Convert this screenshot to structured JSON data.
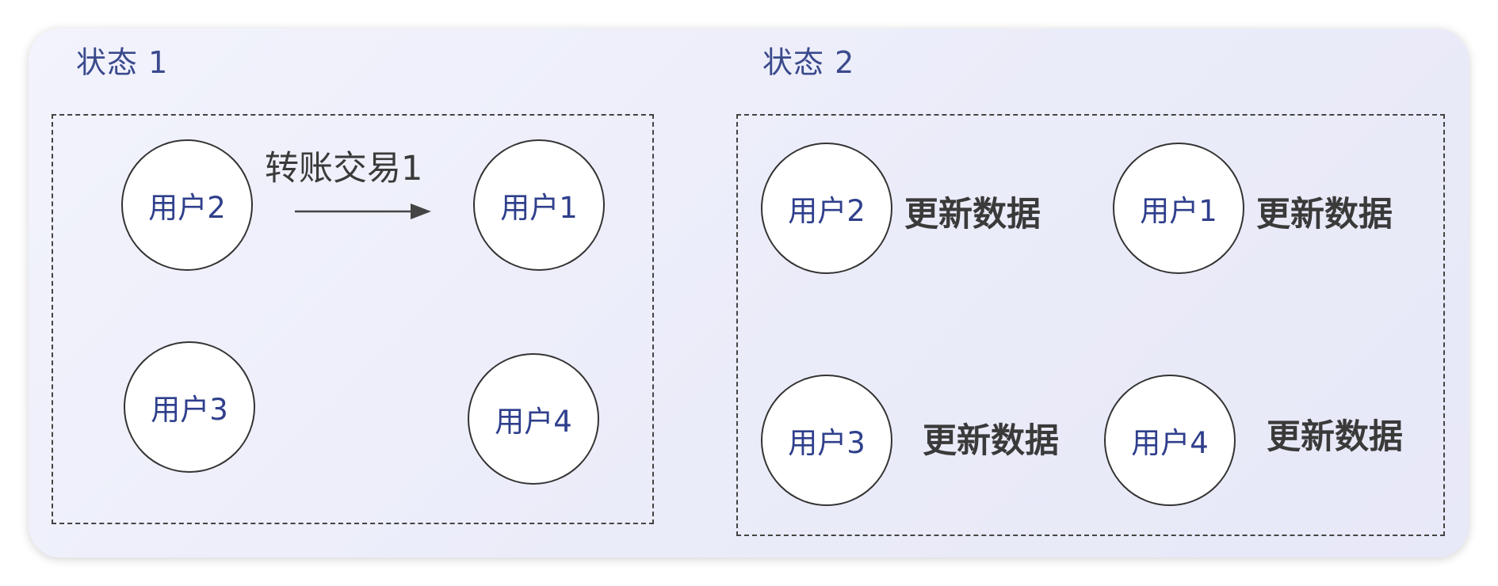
{
  "state1": {
    "title": "状态 1",
    "transaction_label": "转账交易1",
    "users": {
      "u2": "用户2",
      "u1": "用户1",
      "u3": "用户3",
      "u4": "用户4"
    }
  },
  "state2": {
    "title": "状态 2",
    "users": {
      "u2": "用户2",
      "u1": "用户1",
      "u3": "用户3",
      "u4": "用户4"
    },
    "update_label": "更新数据"
  },
  "colors": {
    "title": "#3b4a8c",
    "node_text": "#2f3f8c",
    "label_text": "#3a3a3a"
  }
}
